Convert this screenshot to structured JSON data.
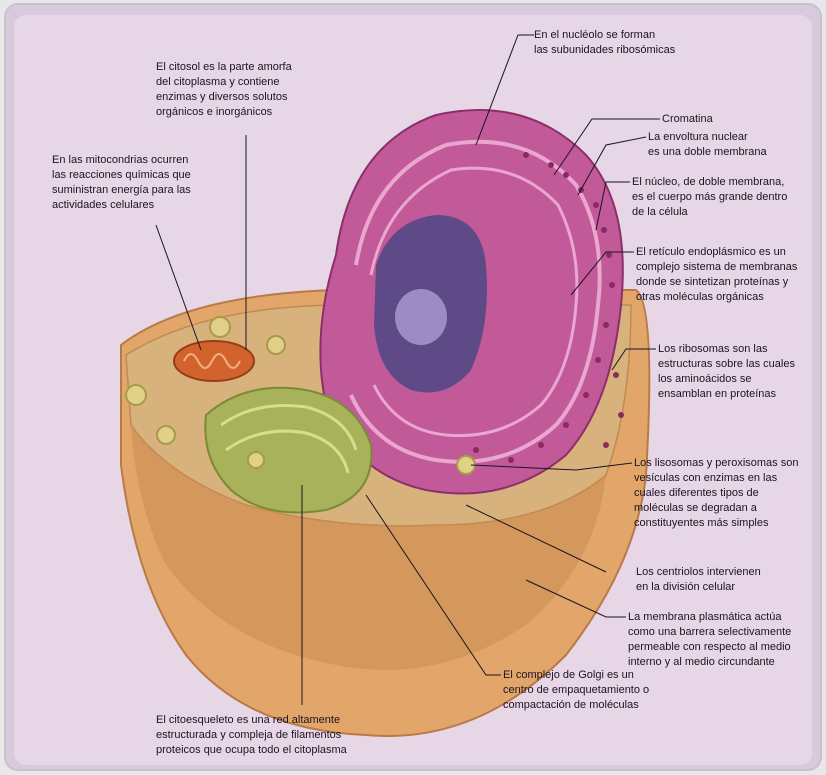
{
  "labels": {
    "nucleolo": "En el nucléolo se forman\nlas subunidades ribosómicas",
    "citosol": "El citosol es la parte amorfa\ndel citoplasma y contiene\nenzimas y diversos solutos\norgánicos e inorgánicos",
    "cromatina": "Cromatina",
    "envoltura": "La envoltura nuclear\nes una doble membrana",
    "mitocondrias": "En las mitocondrias ocurren\nlas reacciones químicas que\nsuministran energía para las\nactividades celulares",
    "nucleo": "El núcleo, de doble membrana,\nes el cuerpo más grande dentro\nde la célula",
    "reticulo": "El retículo endoplásmico es un\ncomplejo sistema de membranas\ndonde se sintetizan proteínas y\notras moléculas orgánicas",
    "ribosomas": "Los ribosomas son las\nestructuras sobre las cuales\nlos aminoácidos se\nensamblan en proteínas",
    "lisosomas": "Los lisosomas y peroxisomas son\nvesículas con enzimas en las\ncuales diferentes tipos de\nmoléculas se degradan a\nconstituyentes más simples",
    "centriolos": "Los centriolos intervienen\nen la división celular",
    "membrana": "La membrana plasmática actúa\ncomo una barrera selectivamente\npermeable con respecto al medio\ninterno y al medio circundante",
    "golgi": "El complejo de Golgi es un\ncentro de empaquetamiento o\ncompactación de moléculas",
    "citoesqueleto": "El citoesqueleto es una red altamente\nestructurada y compleja de filamentos\nproteicos que ocupa todo el citoplasma"
  },
  "colors": {
    "panel": "#e6d6e6",
    "cell_outer": "#e0a064",
    "cell_inner": "#c07840",
    "nucleus": "#c25a9a",
    "nucleoplasm": "#5e4a86",
    "nucleolus": "#9c8cc6",
    "golgi": "#a8b25a",
    "mitochondria": "#d2622e",
    "ribosome": "#8a2a5e",
    "leader_line": "#1c1420"
  }
}
